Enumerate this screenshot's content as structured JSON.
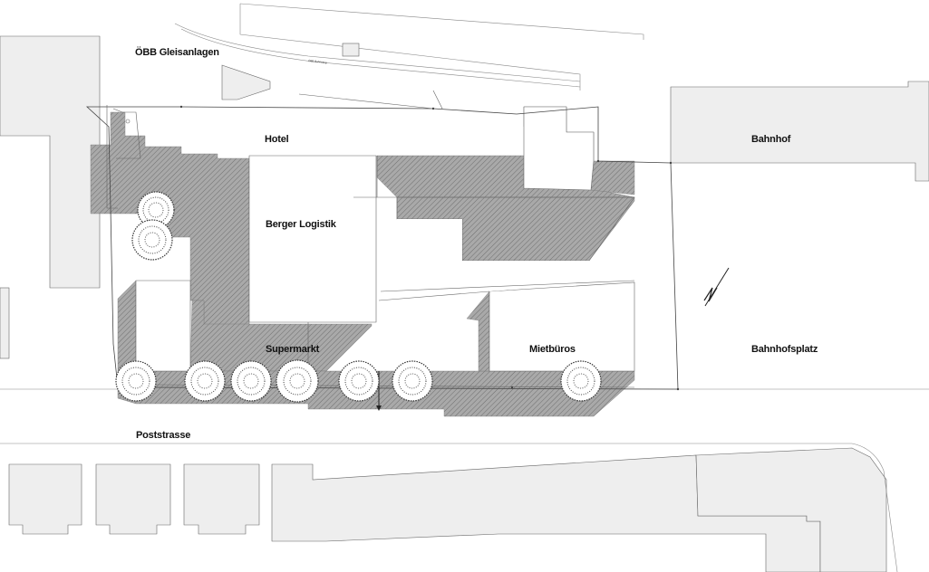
{
  "labels": {
    "oebb": "ÖBB Gleisanlagen",
    "hotel": "Hotel",
    "bahnhof": "Bahnhof",
    "berger": "Berger Logistik",
    "supermarkt": "Supermarkt",
    "mietbueros": "Mietbüros",
    "bahnhofsplatz": "Bahnhofsplatz",
    "poststrasse": "Poststrasse"
  },
  "colors": {
    "neighbor_building": "#eeeeee",
    "shadow_fill": "#a9a9a9",
    "hatch": "#6e6e6e",
    "outline": "#444444"
  },
  "icons": {
    "north_arrow": "north-arrow-icon",
    "tree": "tree-icon"
  }
}
